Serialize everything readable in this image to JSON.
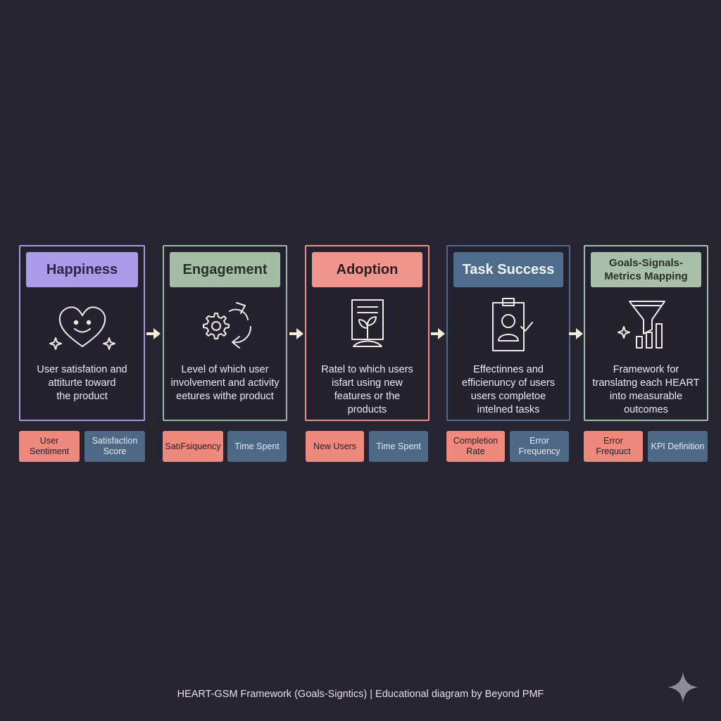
{
  "cards": [
    {
      "title": "Happiness",
      "icon": "heart-smile-icon",
      "desc": [
        "User satisfation and",
        "attiturte toward",
        "the product"
      ],
      "border": "#a696e6",
      "title_bg": "#a99be8",
      "title_fg": "#2a2742"
    },
    {
      "title": "Engagement",
      "icon": "gear-cycle-icon",
      "desc": [
        "Level of which user",
        "involvement and activity",
        "eetures withe product"
      ],
      "border": "#9ab69c",
      "title_bg": "#a4bea6",
      "title_fg": "#283028"
    },
    {
      "title": "Adoption",
      "icon": "document-sprout-icon",
      "desc": [
        "Ratel to which users",
        "isfart using new",
        "features or the",
        "products"
      ],
      "border": "#ec9087",
      "title_bg": "#f0958b",
      "title_fg": "#2b1f22"
    },
    {
      "title": "Task Success",
      "icon": "clipboard-user-check-icon",
      "desc": [
        "Effectinnes and",
        "efficienuncy of users",
        "users completoe",
        "intelned tasks"
      ],
      "border": "#4d6a88",
      "title_bg": "#4e6c8b",
      "title_fg": "#f2f4f8"
    },
    {
      "title": "Goals-Signals-Metrics Mapping",
      "icon": "funnel-chart-icon",
      "desc": [
        "Framework for",
        "translatng each HEART",
        "into measurable",
        "outcomes"
      ],
      "border": "#a3bca5",
      "title_bg": "#a8c0aa",
      "title_fg": "#2a302a"
    }
  ],
  "metrics": [
    {
      "label": "User Sentiment",
      "color": "coral"
    },
    {
      "label": "Satisfaction Score",
      "color": "blue"
    },
    {
      "label": "SatıFsiquency",
      "color": "coral"
    },
    {
      "label": "Time Spent",
      "color": "blue"
    },
    {
      "label": "New Users",
      "color": "coral"
    },
    {
      "label": "Time Spent",
      "color": "blue"
    },
    {
      "label": "Completion Rate",
      "color": "coral"
    },
    {
      "label": "Error Frequency",
      "color": "blue"
    },
    {
      "label": "Error Frequuct",
      "color": "coral"
    },
    {
      "label": "KPI Definition",
      "color": "blue"
    }
  ],
  "arrow_color": "#f3ecd8",
  "footer": "HEART-GSM Framework (Goals-Signtics) | Educational diagram by Beyond PMF"
}
